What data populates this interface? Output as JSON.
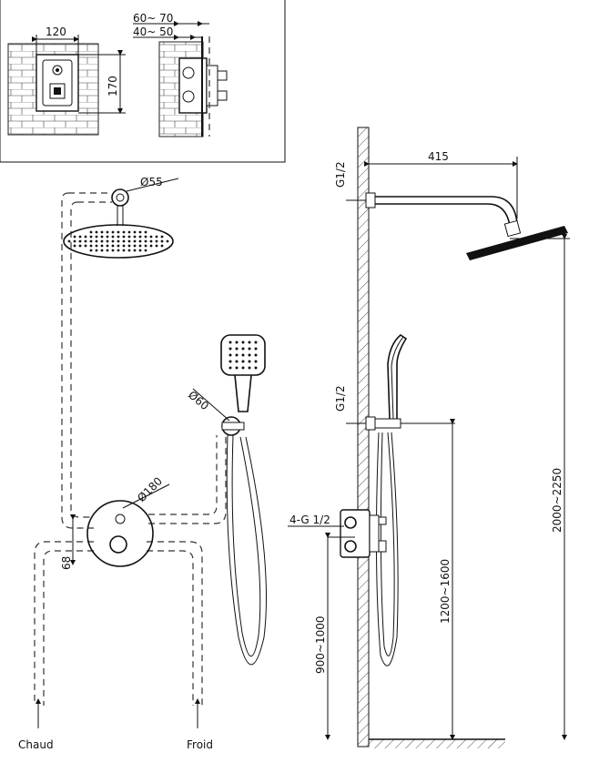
{
  "dimensions": {
    "box_width": "120",
    "box_height": "170",
    "depth_outer": "60~ 70",
    "depth_inner": "40~ 50",
    "arm_length": "415",
    "wall_flange": "Ø55",
    "hand_flange": "Ø60",
    "plate": "Ø180",
    "offset": "68",
    "thread_top": "G1/2",
    "thread_mid": "G1/2",
    "inlet_thread": "4-G 1/2",
    "valve_height": "900~1000",
    "holder_height": "1200~1600",
    "head_height": "2000~2250"
  },
  "labels": {
    "hot": "Chaud",
    "cold": "Froid"
  },
  "colors": {
    "line": "#111111",
    "background": "#ffffff"
  }
}
